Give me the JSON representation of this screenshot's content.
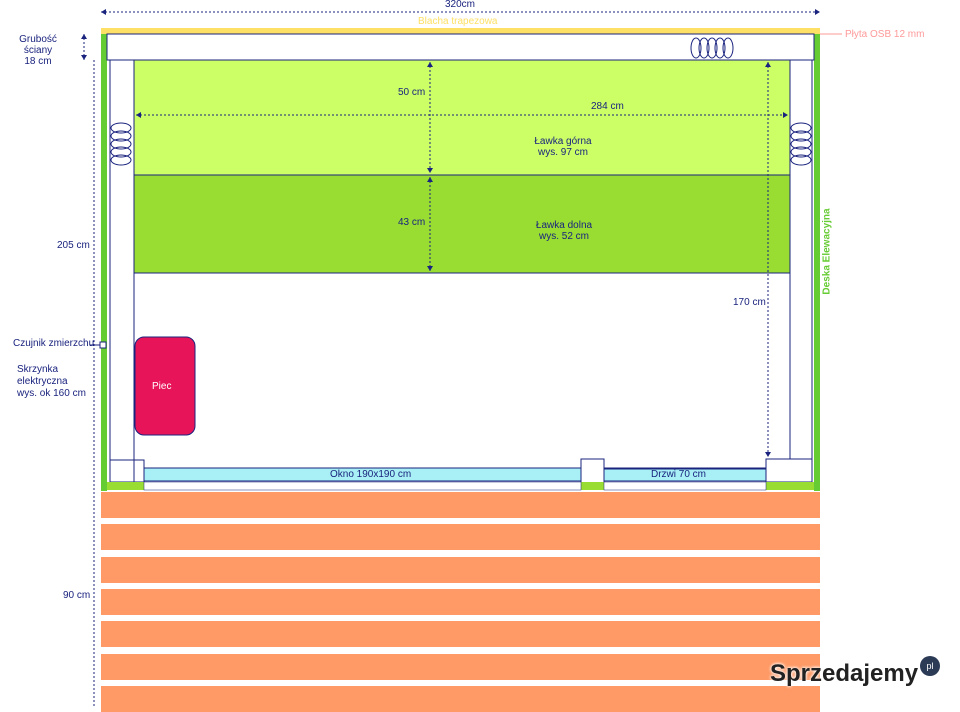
{
  "dimensions": {
    "top_width": "320cm",
    "wall_thickness": "Grubość ściany\n18 cm",
    "height_left": "205 cm",
    "deck_depth": "90 cm",
    "bench_width": "284 cm",
    "upper_bench_depth": "50 cm",
    "lower_bench_depth": "43 cm",
    "height_right": "170 cm"
  },
  "labels": {
    "roof": "Blacha trapezowa",
    "osb": "Płyta OSB 12 mm",
    "cladding": "Deska Elewacyjna",
    "sensor": "Czujnik zmierzchu",
    "electric_box": "Skrzynka\nelektryczna\nwys. ok 160 cm",
    "upper_bench": "Ławka górna\nwys. 97 cm",
    "lower_bench": "Ławka dolna\nwys. 52 cm",
    "stove": "Piec",
    "window": "Okno 190x190 cm",
    "door": "Drzwi 70 cm"
  },
  "watermark": "Sprzedajemy",
  "watermark_suffix": "pl",
  "colors": {
    "upper_bench": "#ccff66",
    "lower_bench": "#99dd33",
    "stove": "#e8145a",
    "window": "#a8f0f5",
    "deck": "#ff9a66",
    "wall_green": "#66cc33",
    "dimension": "#1a237e",
    "roof": "#ffe066"
  },
  "deck_boards": 7
}
